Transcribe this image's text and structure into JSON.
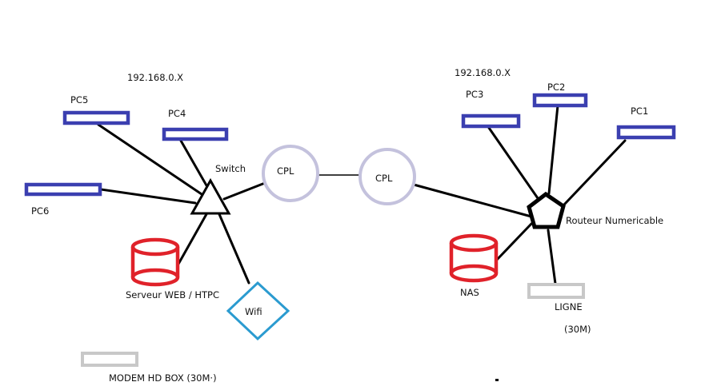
{
  "diagram": {
    "subnet_left": "192.168.0.X",
    "subnet_right": "192.168.0.X",
    "colors": {
      "pc": "#3b3fb0",
      "switch": "#000000",
      "cpl": "#c4c2dd",
      "server": "#e0222a",
      "wifi": "#2b9bd0",
      "box": "#c8c8c8",
      "router": "#000000",
      "link": "#000000"
    },
    "nodes": {
      "pc5": {
        "label": "PC5",
        "type": "pc"
      },
      "pc4": {
        "label": "PC4",
        "type": "pc"
      },
      "pc6": {
        "label": "PC6",
        "type": "pc"
      },
      "switch": {
        "label": "Switch",
        "type": "switch"
      },
      "server": {
        "label": "Serveur WEB / HTPC",
        "type": "database"
      },
      "wifi": {
        "label": "Wifi",
        "type": "access-point"
      },
      "modem": {
        "label": "MODEM HD BOX (30M·)",
        "type": "box"
      },
      "cpl_left": {
        "label": "CPL",
        "type": "cpl"
      },
      "cpl_right": {
        "label": "CPL",
        "type": "cpl"
      },
      "pc3": {
        "label": "PC3",
        "type": "pc"
      },
      "pc2": {
        "label": "PC2",
        "type": "pc"
      },
      "pc1": {
        "label": "PC1",
        "type": "pc"
      },
      "router": {
        "label": "Routeur Numericable",
        "type": "router"
      },
      "nas": {
        "label": "NAS",
        "type": "database"
      },
      "ligne": {
        "label": "LIGNE",
        "sublabel": "(30M)",
        "type": "box"
      }
    },
    "links": [
      [
        "pc5",
        "switch"
      ],
      [
        "pc4",
        "switch"
      ],
      [
        "pc6",
        "switch"
      ],
      [
        "switch",
        "server"
      ],
      [
        "switch",
        "wifi"
      ],
      [
        "switch",
        "cpl_left"
      ],
      [
        "cpl_left",
        "cpl_right"
      ],
      [
        "cpl_right",
        "router"
      ],
      [
        "pc3",
        "router"
      ],
      [
        "pc2",
        "router"
      ],
      [
        "pc1",
        "router"
      ],
      [
        "router",
        "nas"
      ],
      [
        "router",
        "ligne"
      ]
    ]
  }
}
